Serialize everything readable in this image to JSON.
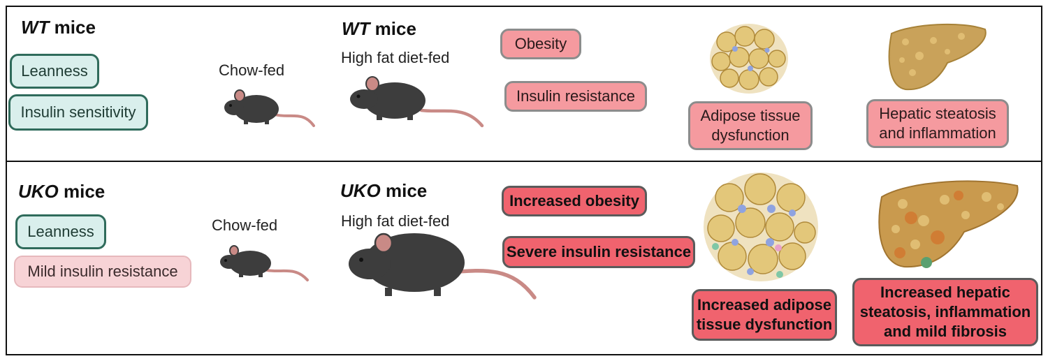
{
  "top": {
    "heading_left": {
      "genotype": "WT",
      "suffix": " mice"
    },
    "heading_right": {
      "genotype": "WT",
      "suffix": " mice"
    },
    "chow_label": "Chow-fed",
    "hfd_label": "High fat diet-fed",
    "boxes": {
      "leanness": "Leanness",
      "insulin_sensitivity": "Insulin sensitivity",
      "obesity": "Obesity",
      "insulin_resistance": "Insulin resistance",
      "adipose": "Adipose tissue\ndysfunction",
      "liver": "Hepatic steatosis\nand inflammation"
    }
  },
  "bottom": {
    "heading_left": {
      "genotype": "UKO",
      "suffix": " mice"
    },
    "heading_right": {
      "genotype": "UKO",
      "suffix": " mice"
    },
    "chow_label": "Chow-fed",
    "hfd_label": "High fat diet-fed",
    "boxes": {
      "leanness": "Leanness",
      "mild_insulin_resistance": "Mild insulin resistance",
      "increased_obesity": "Increased obesity",
      "severe_insulin_resistance": "Severe insulin resistance",
      "adipose": "Increased adipose\ntissue dysfunction",
      "liver": "Increased hepatic\nsteatosis, inflammation\nand mild fibrosis"
    }
  },
  "colors": {
    "green_fill": "#d9efec",
    "green_border": "#2f6b5b",
    "pink_fill": "#f59a9f",
    "red_fill": "#f0636e",
    "pale_pink_fill": "#f7d3d6",
    "mouse_body": "#3d3d3d",
    "mouse_tail": "#c98a86",
    "fat_cell": "#e3c77a",
    "liver": "#c9a25a"
  },
  "icons": [
    "mouse-icon",
    "adipose-tissue-icon",
    "liver-icon"
  ]
}
